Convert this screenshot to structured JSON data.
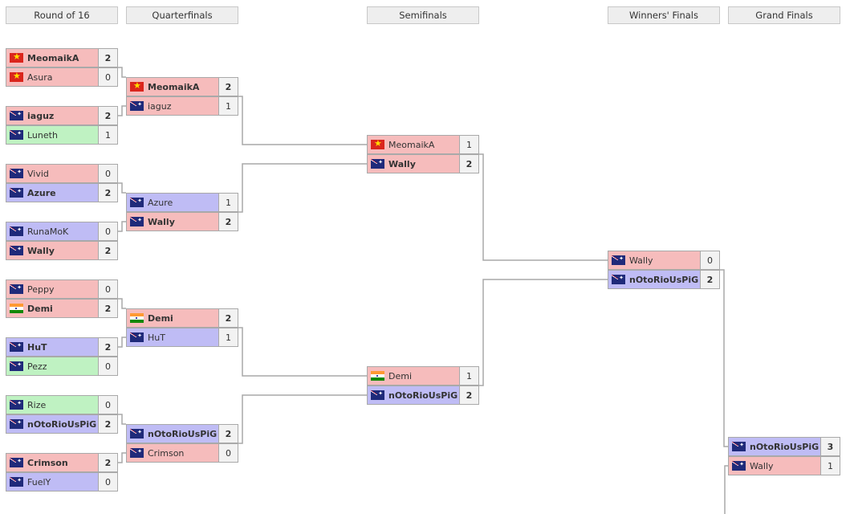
{
  "rounds": [
    "Round of 16",
    "Quarterfinals",
    "Semifinals",
    "Winners' Finals",
    "Grand Finals"
  ],
  "matches": [
    {
      "id": "r16-1",
      "slots": [
        {
          "flag": "vn",
          "name": "MeomaikA",
          "score": "2",
          "color": "pink",
          "win": true
        },
        {
          "flag": "vn",
          "name": "Asura",
          "score": "0",
          "color": "pink",
          "win": false
        }
      ]
    },
    {
      "id": "r16-2",
      "slots": [
        {
          "flag": "au",
          "name": "iaguz",
          "score": "2",
          "color": "pink",
          "win": true
        },
        {
          "flag": "au",
          "name": "Luneth",
          "score": "1",
          "color": "green",
          "win": false
        }
      ]
    },
    {
      "id": "r16-3",
      "slots": [
        {
          "flag": "au",
          "name": "Vivid",
          "score": "0",
          "color": "pink",
          "win": false
        },
        {
          "flag": "au",
          "name": "Azure",
          "score": "2",
          "color": "blue",
          "win": true
        }
      ]
    },
    {
      "id": "r16-4",
      "slots": [
        {
          "flag": "au",
          "name": "RunaMoK",
          "score": "0",
          "color": "blue",
          "win": false
        },
        {
          "flag": "au",
          "name": "Wally",
          "score": "2",
          "color": "pink",
          "win": true
        }
      ]
    },
    {
      "id": "r16-5",
      "slots": [
        {
          "flag": "au",
          "name": "Peppy",
          "score": "0",
          "color": "pink",
          "win": false
        },
        {
          "flag": "in",
          "name": "Demi",
          "score": "2",
          "color": "pink",
          "win": true
        }
      ]
    },
    {
      "id": "r16-6",
      "slots": [
        {
          "flag": "au",
          "name": "HuT",
          "score": "2",
          "color": "blue",
          "win": true
        },
        {
          "flag": "au",
          "name": "Pezz",
          "score": "0",
          "color": "green",
          "win": false
        }
      ]
    },
    {
      "id": "r16-7",
      "slots": [
        {
          "flag": "au",
          "name": "Rize",
          "score": "0",
          "color": "green",
          "win": false
        },
        {
          "flag": "au",
          "name": "nOtoRioUsPiG",
          "score": "2",
          "color": "blue",
          "win": true
        }
      ]
    },
    {
      "id": "r16-8",
      "slots": [
        {
          "flag": "au",
          "name": "Crimson",
          "score": "2",
          "color": "pink",
          "win": true
        },
        {
          "flag": "au",
          "name": "FuelY",
          "score": "0",
          "color": "blue",
          "win": false
        }
      ]
    },
    {
      "id": "qf-1",
      "slots": [
        {
          "flag": "vn",
          "name": "MeomaikA",
          "score": "2",
          "color": "pink",
          "win": true
        },
        {
          "flag": "au",
          "name": "iaguz",
          "score": "1",
          "color": "pink",
          "win": false
        }
      ]
    },
    {
      "id": "qf-2",
      "slots": [
        {
          "flag": "au",
          "name": "Azure",
          "score": "1",
          "color": "blue",
          "win": false
        },
        {
          "flag": "au",
          "name": "Wally",
          "score": "2",
          "color": "pink",
          "win": true
        }
      ]
    },
    {
      "id": "qf-3",
      "slots": [
        {
          "flag": "in",
          "name": "Demi",
          "score": "2",
          "color": "pink",
          "win": true
        },
        {
          "flag": "au",
          "name": "HuT",
          "score": "1",
          "color": "blue",
          "win": false
        }
      ]
    },
    {
      "id": "qf-4",
      "slots": [
        {
          "flag": "au",
          "name": "nOtoRioUsPiG",
          "score": "2",
          "color": "blue",
          "win": true
        },
        {
          "flag": "au",
          "name": "Crimson",
          "score": "0",
          "color": "pink",
          "win": false
        }
      ]
    },
    {
      "id": "sf-1",
      "slots": [
        {
          "flag": "vn",
          "name": "MeomaikA",
          "score": "1",
          "color": "pink",
          "win": false
        },
        {
          "flag": "au",
          "name": "Wally",
          "score": "2",
          "color": "pink",
          "win": true
        }
      ]
    },
    {
      "id": "sf-2",
      "slots": [
        {
          "flag": "in",
          "name": "Demi",
          "score": "1",
          "color": "pink",
          "win": false
        },
        {
          "flag": "au",
          "name": "nOtoRioUsPiG",
          "score": "2",
          "color": "blue",
          "win": true
        }
      ]
    },
    {
      "id": "wf",
      "slots": [
        {
          "flag": "au",
          "name": "Wally",
          "score": "0",
          "color": "pink",
          "win": false
        },
        {
          "flag": "au",
          "name": "nOtoRioUsPiG",
          "score": "2",
          "color": "blue",
          "win": true
        }
      ]
    },
    {
      "id": "gf",
      "slots": [
        {
          "flag": "au",
          "name": "nOtoRioUsPiG",
          "score": "3",
          "color": "blue",
          "win": true
        },
        {
          "flag": "au",
          "name": "Wally",
          "score": "1",
          "color": "pink",
          "win": false
        }
      ]
    }
  ],
  "colors": {
    "pink": "#f6bcbc",
    "blue": "#bfbcf5",
    "green": "#bff2c2",
    "line": "#a9a9a9"
  }
}
